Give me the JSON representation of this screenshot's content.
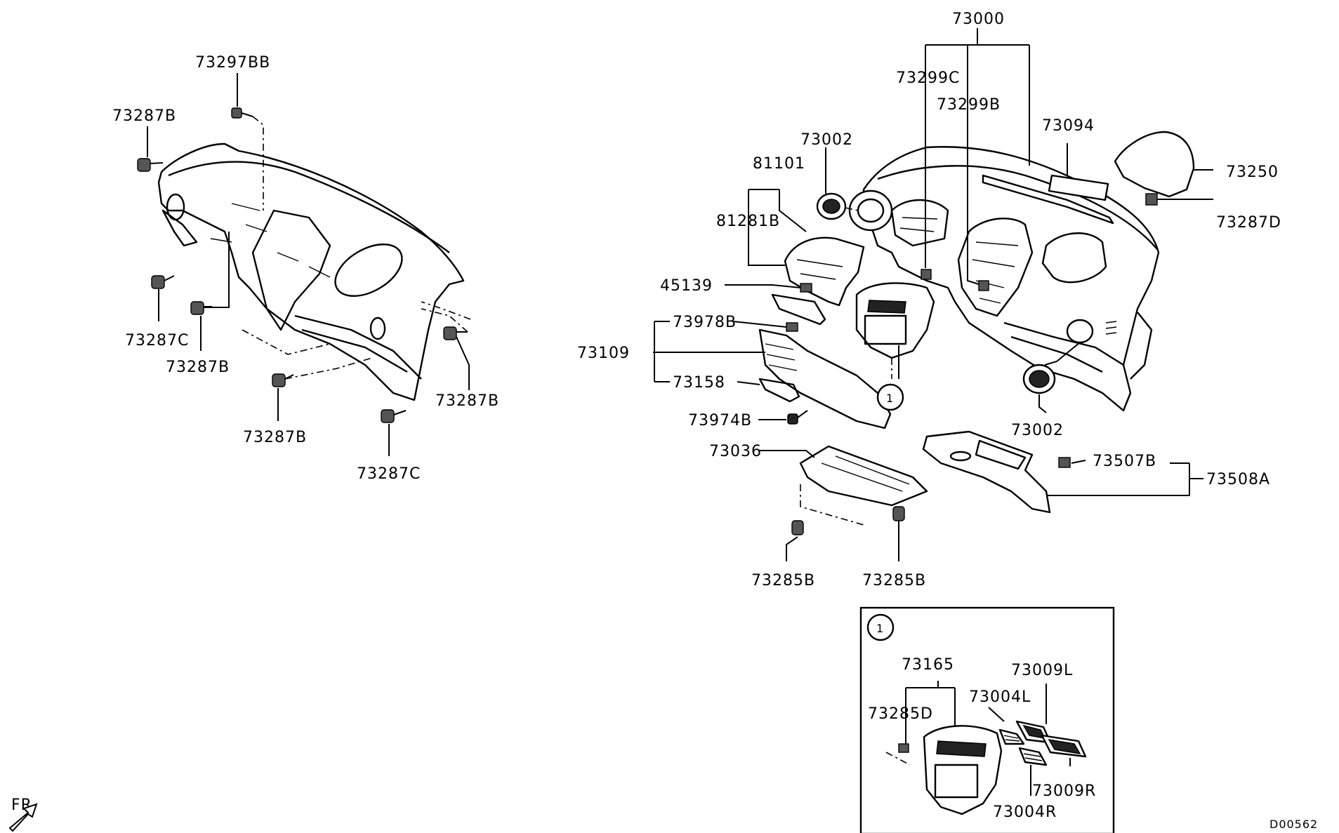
{
  "diagram_id": "D00562",
  "orientation": "FR",
  "callout": "1",
  "labels": {
    "p73297BB": "73297BB",
    "p73287B_a": "73287B",
    "p73287C_a": "73287C",
    "p73287B_b": "73287B",
    "p73287B_c": "73287B",
    "p73287B_d": "73287B",
    "p73287C_b": "73287C",
    "p73000": "73000",
    "p73299C": "73299C",
    "p73299B": "73299B",
    "p73002_a": "73002",
    "p73094": "73094",
    "p73250": "73250",
    "p73287D": "73287D",
    "p81101": "81101",
    "p81281B": "81281B",
    "p45139": "45139",
    "p73978B": "73978B",
    "p73109": "73109",
    "p73158": "73158",
    "p73974B": "73974B",
    "p73002_b": "73002",
    "p73036": "73036",
    "p73507B": "73507B",
    "p73508A": "73508A",
    "p73285B_a": "73285B",
    "p73285B_b": "73285B",
    "p73165": "73165",
    "p73009L": "73009L",
    "p73004L": "73004L",
    "p73285D": "73285D",
    "p73009R": "73009R",
    "p73004R": "73004R"
  }
}
